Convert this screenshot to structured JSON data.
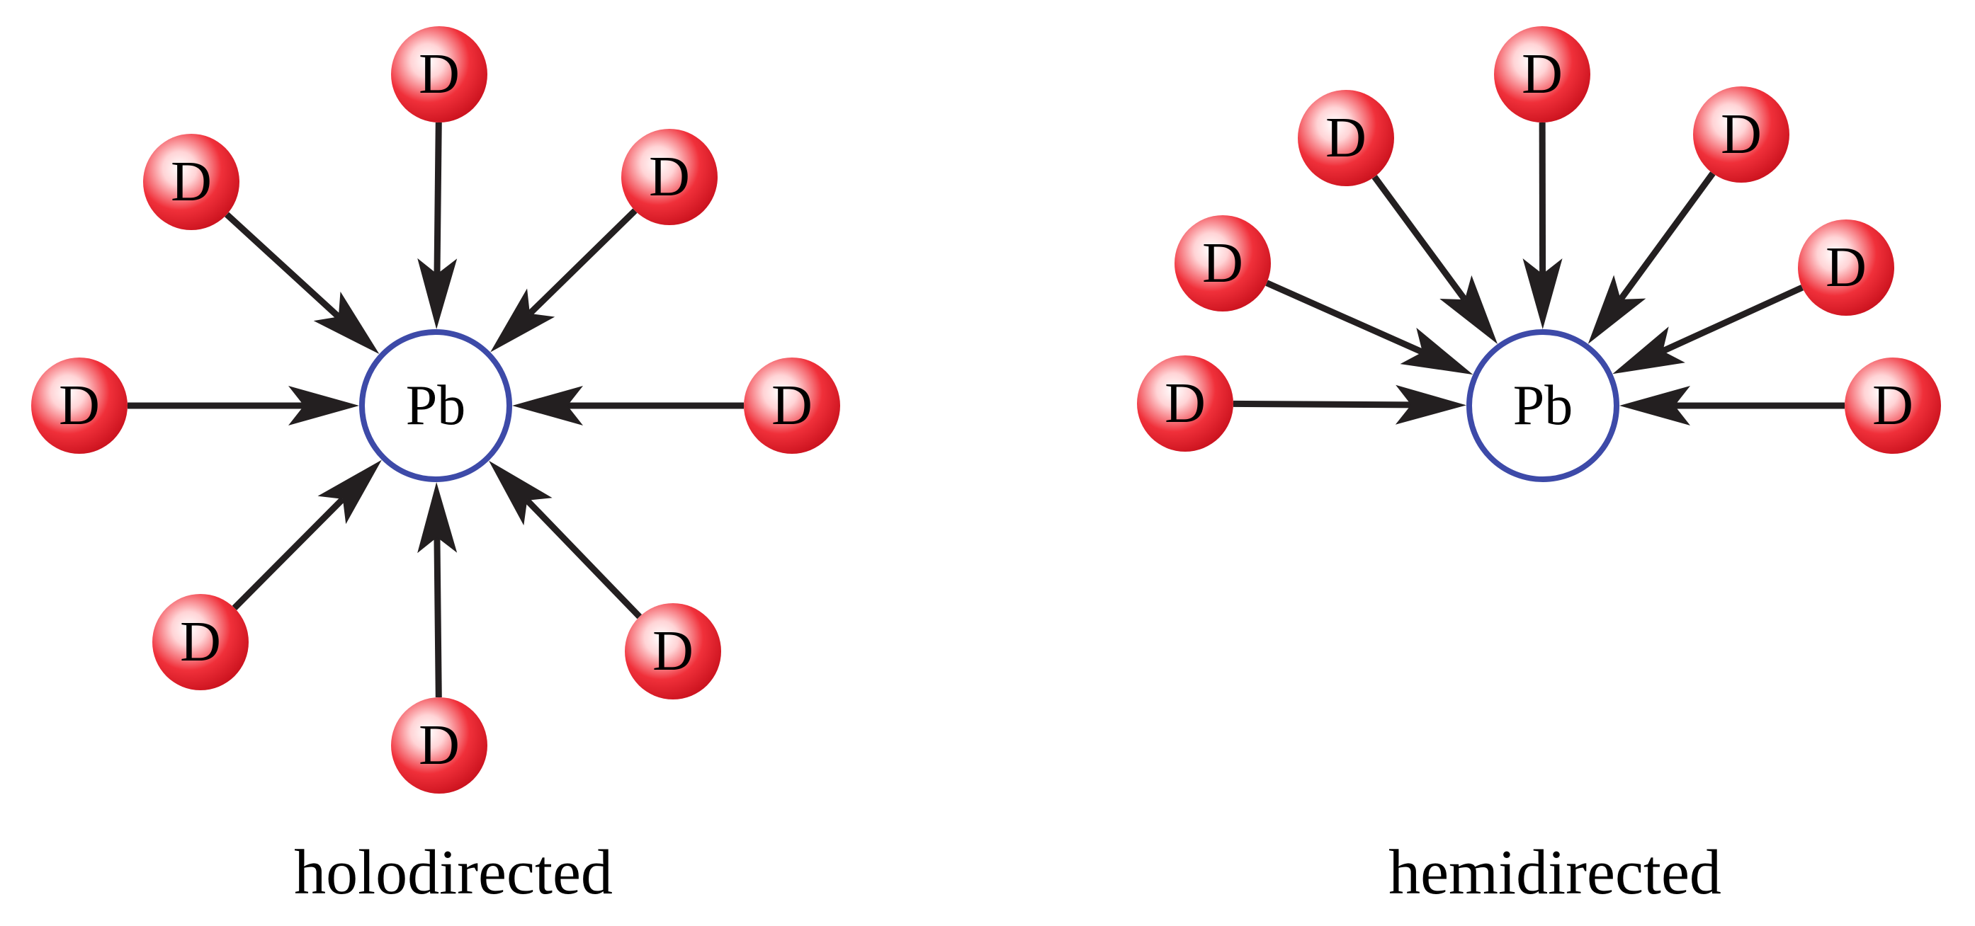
{
  "panels": [
    {
      "id": "holodirected",
      "caption": "holodirected",
      "center_label": "Pb",
      "donor_label": "D",
      "donor_count": 8
    },
    {
      "id": "hemidirected",
      "caption": "hemidirected",
      "center_label": "Pb",
      "donor_label": "D",
      "donor_count": 7
    }
  ],
  "colors": {
    "donor_fill": "#e8202c",
    "center_stroke": "#3d4aa8",
    "arrow": "#231f20",
    "text": "#000000"
  }
}
